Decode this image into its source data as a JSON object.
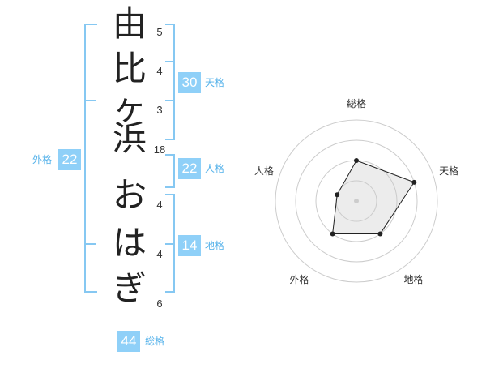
{
  "surname": {
    "chars": [
      "由",
      "比",
      "ヶ",
      "浜"
    ],
    "strokes": [
      "5",
      "4",
      "3",
      "18"
    ]
  },
  "given": {
    "chars": [
      "お",
      "は",
      "ぎ"
    ],
    "strokes": [
      "4",
      "4",
      "6"
    ]
  },
  "fortunes": {
    "tenkaku": {
      "value": "30",
      "label": "天格"
    },
    "jinkaku": {
      "value": "22",
      "label": "人格"
    },
    "chikaku": {
      "value": "14",
      "label": "地格"
    },
    "gaikaku": {
      "value": "22",
      "label": "外格"
    },
    "soukaku": {
      "value": "44",
      "label": "総格"
    }
  },
  "colors": {
    "accent": "#8fd0f8",
    "bracket": "#86c8f2",
    "label": "#55b2ea"
  },
  "chart_data": {
    "type": "radar",
    "axes": [
      "総格",
      "天格",
      "地格",
      "外格",
      "人格"
    ],
    "values": [
      2,
      3,
      2,
      2,
      1
    ],
    "rlim": [
      0,
      4
    ],
    "rings": 4
  }
}
